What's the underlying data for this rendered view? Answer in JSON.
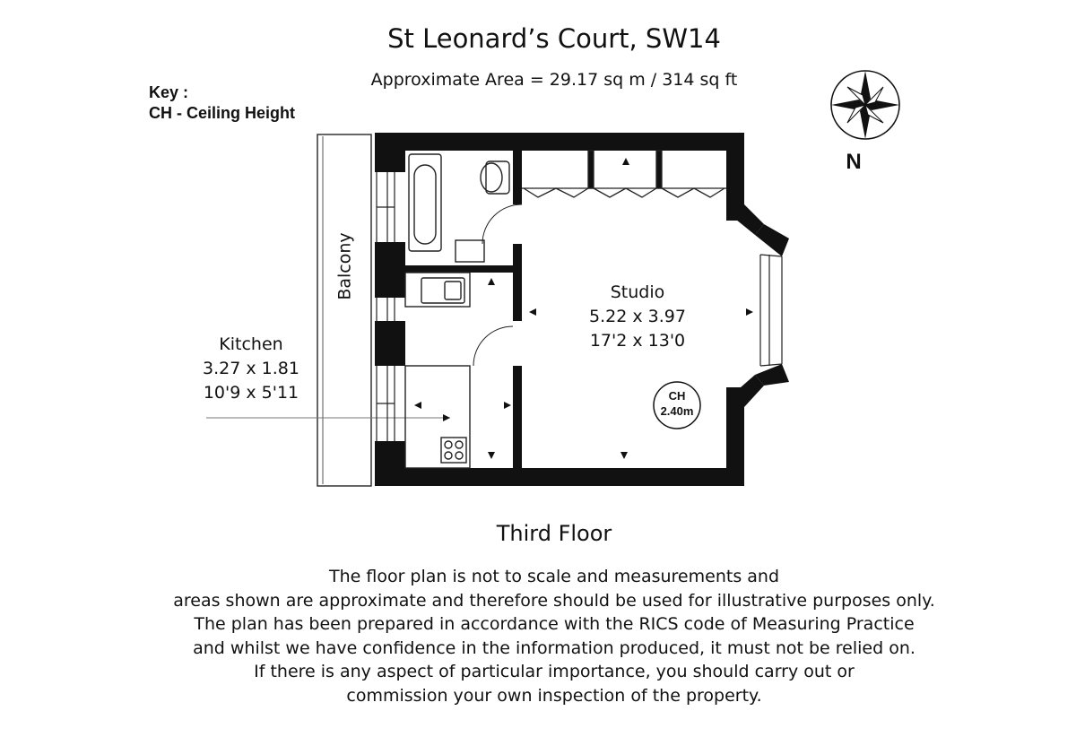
{
  "title": "St Leonard’s Court, SW14",
  "area": "Approximate Area =  29.17 sq m / 314 sq ft",
  "key": {
    "heading": "Key :",
    "item": "CH - Ceiling Height"
  },
  "compass": {
    "label": "N"
  },
  "rooms": {
    "balcony": {
      "name": "Balcony"
    },
    "kitchen": {
      "name": "Kitchen",
      "metric": "3.27 x 1.81",
      "imperial": "10'9 x 5'11"
    },
    "studio": {
      "name": "Studio",
      "metric": "5.22 x 3.97",
      "imperial": "17'2 x 13'0"
    }
  },
  "ceiling": {
    "label": "CH",
    "value": "2.40m"
  },
  "floor_label": "Third Floor",
  "disclaimer": [
    "The floor plan is not to scale and measurements and",
    "areas shown are approximate and therefore should be used for illustrative purposes only.",
    "The plan has been prepared in accordance with the RICS code of Measuring Practice",
    "and whilst we have confidence in the information produced, it must not be relied on.",
    "If there is any aspect of particular importance, you should carry out or",
    "commission your own inspection of the property."
  ]
}
